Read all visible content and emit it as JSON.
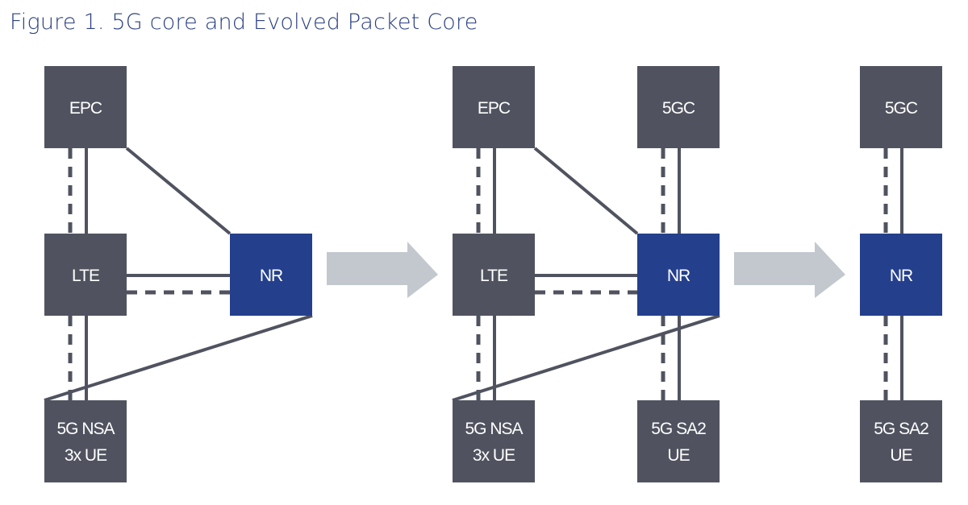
{
  "title": "Figure 1. 5G core and Evolved Packet Core",
  "colors": {
    "title": "#2b3f84",
    "node_gray": "#50535f",
    "node_blue": "#243f8c",
    "line": "#50535f",
    "arrow": "#c3c8cf"
  },
  "stages": [
    {
      "name": "stage-1",
      "nodes": [
        {
          "id": "epc",
          "lines": [
            "EPC"
          ],
          "kind": "gray"
        },
        {
          "id": "lte",
          "lines": [
            "LTE"
          ],
          "kind": "gray"
        },
        {
          "id": "nr",
          "lines": [
            "NR"
          ],
          "kind": "blue"
        },
        {
          "id": "ue",
          "lines": [
            "5G NSA",
            "3x UE"
          ],
          "kind": "gray"
        }
      ],
      "links": [
        {
          "from": "epc",
          "to": "lte",
          "style": "solid+dashed"
        },
        {
          "from": "epc",
          "to": "nr",
          "style": "solid"
        },
        {
          "from": "lte",
          "to": "nr",
          "style": "solid+dashed"
        },
        {
          "from": "lte",
          "to": "ue",
          "style": "solid+dashed"
        },
        {
          "from": "nr",
          "to": "ue",
          "style": "solid"
        }
      ]
    },
    {
      "name": "stage-2",
      "nodes": [
        {
          "id": "epc",
          "lines": [
            "EPC"
          ],
          "kind": "gray"
        },
        {
          "id": "5gc",
          "lines": [
            "5GC"
          ],
          "kind": "gray"
        },
        {
          "id": "lte",
          "lines": [
            "LTE"
          ],
          "kind": "gray"
        },
        {
          "id": "nr",
          "lines": [
            "NR"
          ],
          "kind": "blue"
        },
        {
          "id": "ue_nsa",
          "lines": [
            "5G NSA",
            "3x UE"
          ],
          "kind": "gray"
        },
        {
          "id": "ue_sa",
          "lines": [
            "5G SA2",
            "UE"
          ],
          "kind": "gray"
        }
      ],
      "links": [
        {
          "from": "epc",
          "to": "lte",
          "style": "solid+dashed"
        },
        {
          "from": "epc",
          "to": "nr",
          "style": "solid"
        },
        {
          "from": "5gc",
          "to": "nr",
          "style": "solid+dashed"
        },
        {
          "from": "lte",
          "to": "nr",
          "style": "solid+dashed"
        },
        {
          "from": "lte",
          "to": "ue_nsa",
          "style": "solid+dashed"
        },
        {
          "from": "nr",
          "to": "ue_nsa",
          "style": "solid"
        },
        {
          "from": "nr",
          "to": "ue_sa",
          "style": "solid+dashed"
        }
      ]
    },
    {
      "name": "stage-3",
      "nodes": [
        {
          "id": "5gc",
          "lines": [
            "5GC"
          ],
          "kind": "gray"
        },
        {
          "id": "nr",
          "lines": [
            "NR"
          ],
          "kind": "blue"
        },
        {
          "id": "ue_sa",
          "lines": [
            "5G SA2",
            "UE"
          ],
          "kind": "gray"
        }
      ],
      "links": [
        {
          "from": "5gc",
          "to": "nr",
          "style": "solid+dashed"
        },
        {
          "from": "nr",
          "to": "ue_sa",
          "style": "solid+dashed"
        }
      ]
    }
  ],
  "transitions": [
    {
      "from": "stage-1",
      "to": "stage-2",
      "icon": "right-arrow-icon"
    },
    {
      "from": "stage-2",
      "to": "stage-3",
      "icon": "right-arrow-icon"
    }
  ]
}
